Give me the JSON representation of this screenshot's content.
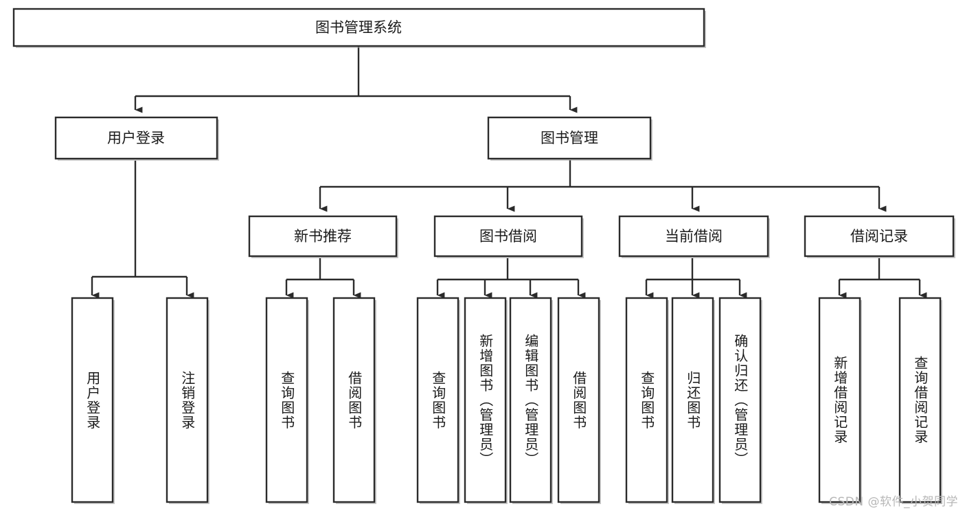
{
  "diagram": {
    "title": "图书管理系统",
    "type": "tree",
    "watermark": "CSDN @软件_小贺同学",
    "colors": {
      "box_fill": "#ffffff",
      "box_stroke": "#2b2b2b",
      "connector": "#2b2b2b",
      "text": "#1a1a1a",
      "watermark": "#b7b7b7",
      "shadow": "#9a9a9a"
    },
    "levels": {
      "root": {
        "label": "图书管理系统",
        "orientation": "horizontal"
      },
      "level2": [
        {
          "label": "用户登录",
          "orientation": "horizontal"
        },
        {
          "label": "图书管理",
          "orientation": "horizontal"
        }
      ],
      "level3": [
        {
          "label": "新书推荐",
          "orientation": "horizontal"
        },
        {
          "label": "图书借阅",
          "orientation": "horizontal"
        },
        {
          "label": "当前借阅",
          "orientation": "horizontal"
        },
        {
          "label": "借阅记录",
          "orientation": "horizontal"
        }
      ],
      "leaves": [
        {
          "label": "用户登录",
          "parent": "用户登录",
          "orientation": "vertical"
        },
        {
          "label": "注销登录",
          "parent": "用户登录",
          "orientation": "vertical"
        },
        {
          "label": "查询图书",
          "parent": "新书推荐",
          "orientation": "vertical"
        },
        {
          "label": "借阅图书",
          "parent": "新书推荐",
          "orientation": "vertical"
        },
        {
          "label": "查询图书",
          "parent": "图书借阅",
          "orientation": "vertical"
        },
        {
          "label": "新增图书（管理员）",
          "parent": "图书借阅",
          "orientation": "vertical"
        },
        {
          "label": "编辑图书（管理员）",
          "parent": "图书借阅",
          "orientation": "vertical"
        },
        {
          "label": "借阅图书",
          "parent": "图书借阅",
          "orientation": "vertical"
        },
        {
          "label": "查询图书",
          "parent": "当前借阅",
          "orientation": "vertical"
        },
        {
          "label": "归还图书",
          "parent": "当前借阅",
          "orientation": "vertical"
        },
        {
          "label": "确认归还（管理员）",
          "parent": "当前借阅",
          "orientation": "vertical"
        },
        {
          "label": "新增借阅记录",
          "parent": "借阅记录",
          "orientation": "vertical"
        },
        {
          "label": "查询借阅记录",
          "parent": "借阅记录",
          "orientation": "vertical"
        }
      ]
    }
  }
}
